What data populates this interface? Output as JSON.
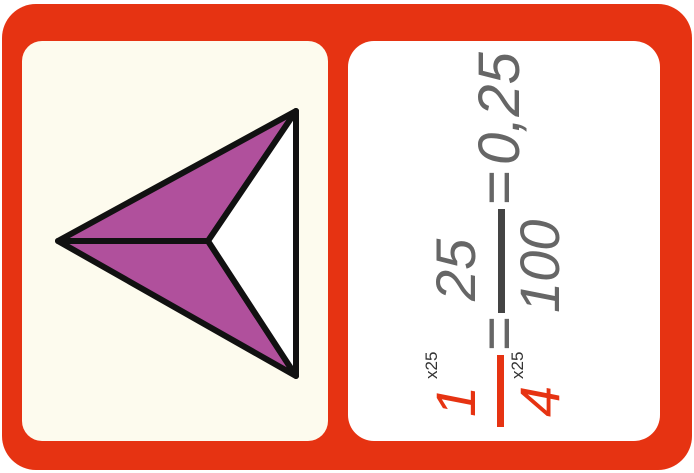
{
  "equation": {
    "red_numerator": "1",
    "red_denominator": "4",
    "multiplier_top": "x25",
    "multiplier_bottom": "x25",
    "equals_1": "=",
    "gray_numerator": "25",
    "gray_denominator": "100",
    "equals_2": "=",
    "decimal": "0,25"
  },
  "colors": {
    "card_red": "#e63312",
    "left_panel": "#fdfbee",
    "shaded_part": "#b0509c",
    "text_gray": "#666666"
  },
  "figure": {
    "type": "triangle-divided-into-3",
    "shaded_parts": 2,
    "total_parts": 3
  }
}
